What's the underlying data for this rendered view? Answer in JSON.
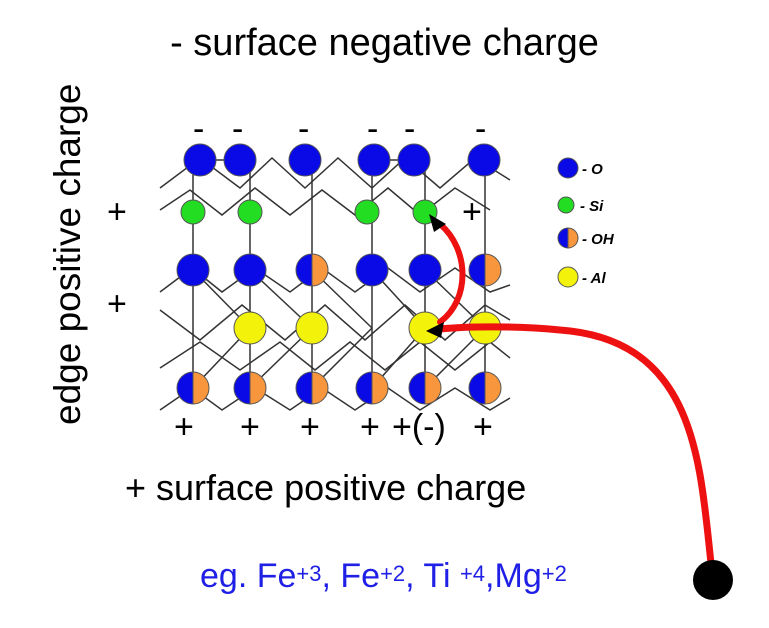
{
  "title": "- surface negative charge",
  "left_label": "edge positive charge",
  "bottom_title": "+ surface positive charge",
  "example": {
    "prefix": "eg. Fe",
    "fe3_charge": "+3",
    "sep1": ", Fe",
    "fe2_charge": "+2",
    "sep2": ", Ti ",
    "ti_charge": "+4",
    "sep3": ",Mg",
    "mg_charge": "+2"
  },
  "top_charges": [
    "-",
    "-",
    "-",
    "-",
    "-",
    "-"
  ],
  "bottom_charges": [
    "+",
    "+",
    "+",
    "+",
    "+(-)",
    "+"
  ],
  "edge_charges": [
    "+",
    "+"
  ],
  "right_charge": "+",
  "legend": [
    {
      "label": "- O",
      "color": "#0a0ae6"
    },
    {
      "label": "- Si",
      "color": "#22dd22"
    },
    {
      "label": "- OH",
      "color": "#0a0ae6",
      "color2": "#f7963c"
    },
    {
      "label": "- Al",
      "color": "#f2f20a"
    }
  ],
  "colors": {
    "oxygen": "#0a0ae6",
    "silicon": "#22dd22",
    "hydroxyl_half": "#f7963c",
    "aluminum": "#f2f20a",
    "arrow": "#ee1111",
    "example_text": "#1f1fe6"
  }
}
